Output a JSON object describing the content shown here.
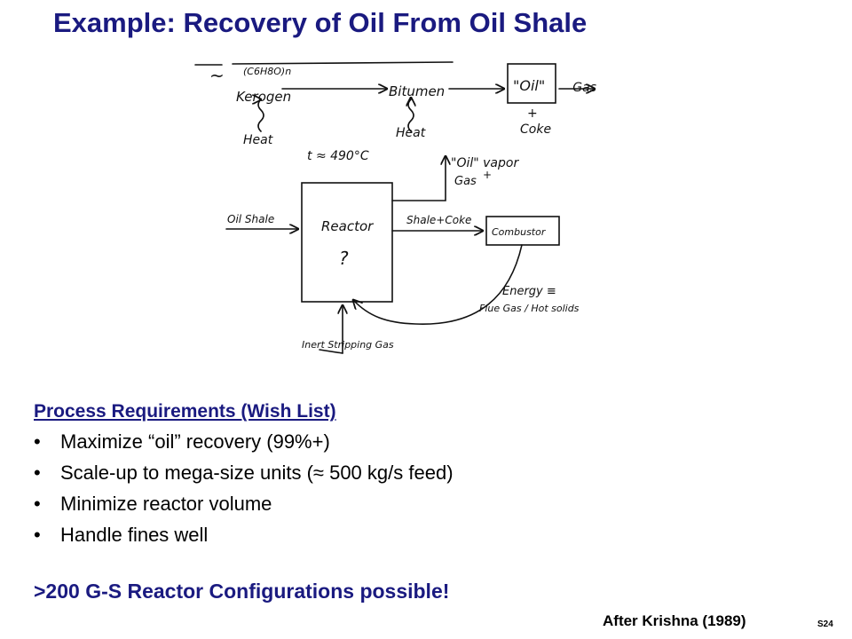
{
  "title": "Example:  Recovery of Oil From Oil Shale",
  "diagram": {
    "formula": "(C6H8O)n",
    "tilde": "~",
    "kerogen": "Kerogen",
    "bitumen": "Bitumen",
    "oil": "\"Oil\"",
    "gas": "Gas",
    "plus": "+",
    "coke": "Coke",
    "heat_1": "Heat",
    "heat_2": "Heat",
    "temperature": "t ≈ 490°C",
    "oil_vapor": "\"Oil\" vapor",
    "gas_plus": "+",
    "gas_2": "Gas",
    "oil_shale": "Oil Shale",
    "reactor": "Reactor",
    "question": "?",
    "shale_coke": "Shale+Coke",
    "combustor": "Combustor",
    "energy": "Energy ≡",
    "flue_gas": "Flue Gas / Hot solids",
    "inert_gas": "Inert Stripping Gas"
  },
  "requirements": {
    "heading": "Process Requirements (Wish List)",
    "items": [
      "Maximize “oil” recovery (99%+)",
      "Scale-up to mega-size units (≈ 500 kg/s feed)",
      "Minimize reactor volume",
      "Handle fines well"
    ]
  },
  "conclusion": ">200 G-S Reactor Configurations possible!",
  "attribution": "After Krishna (1989)",
  "slide_number": "S24",
  "colors": {
    "title": "#1a1a80",
    "text": "#000000",
    "ink": "#111111"
  }
}
